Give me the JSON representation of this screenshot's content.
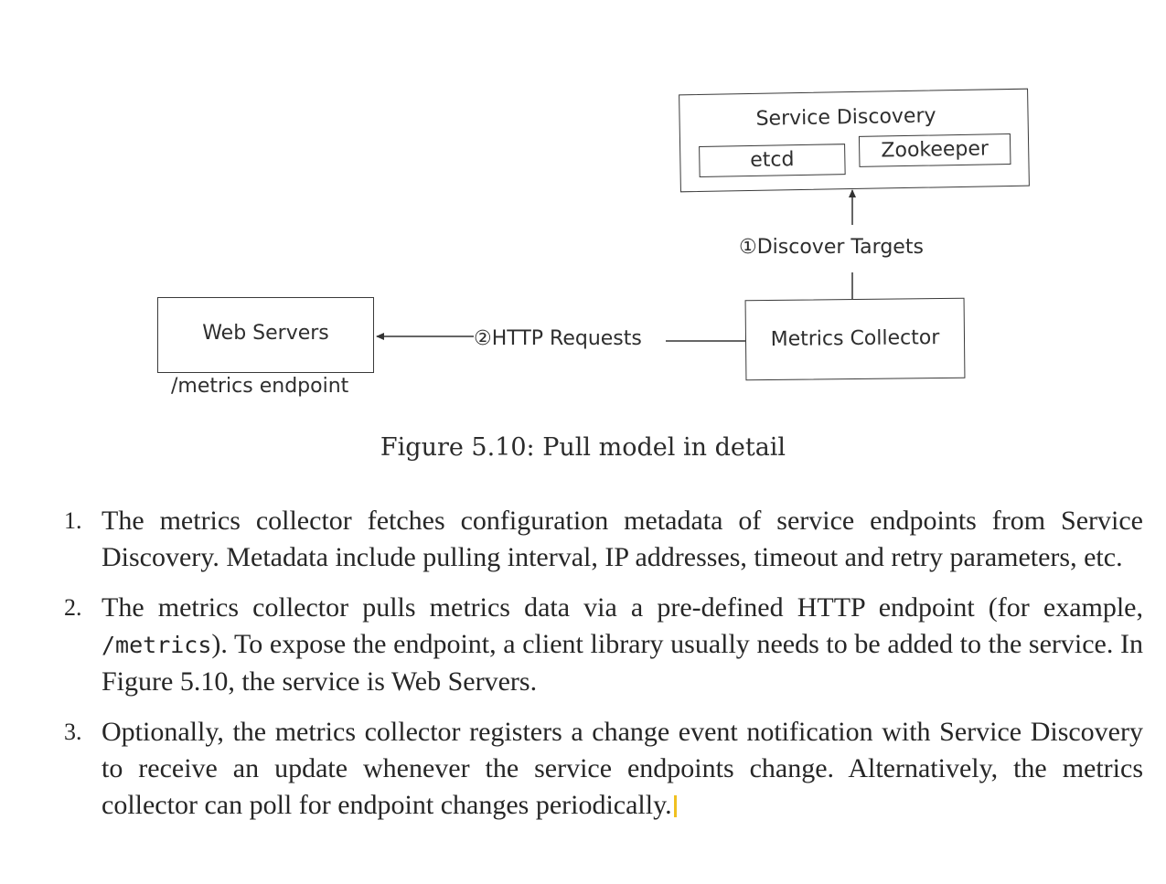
{
  "diagram": {
    "service_discovery": {
      "title": "Service Discovery",
      "items": [
        "etcd",
        "Zookeeper"
      ]
    },
    "discover_label": "①Discover Targets",
    "http_label": "②HTTP Requests",
    "web_servers": {
      "title": "Web Servers",
      "sub": "/metrics endpoint"
    },
    "metrics_collector": "Metrics Collector"
  },
  "caption": "Figure 5.10: Pull model in detail",
  "steps": [
    {
      "num": "1.",
      "text": "The metrics collector fetches configuration metadata of service endpoints from Service Discovery. Metadata include pulling interval, IP addresses, timeout and retry parameters, etc."
    },
    {
      "num": "2.",
      "text_before": "The metrics collector pulls metrics data via a pre-defined HTTP endpoint (for example, ",
      "code": "/metrics",
      "text_after": "). To expose the endpoint, a client library usually needs to be added to the service. In Figure 5.10, the service is Web Servers."
    },
    {
      "num": "3.",
      "text": "Optionally, the metrics collector registers a change event notification with Service Discovery to receive an update whenever the service endpoints change. Alternatively, the metrics collector can poll for endpoint changes periodically."
    }
  ]
}
